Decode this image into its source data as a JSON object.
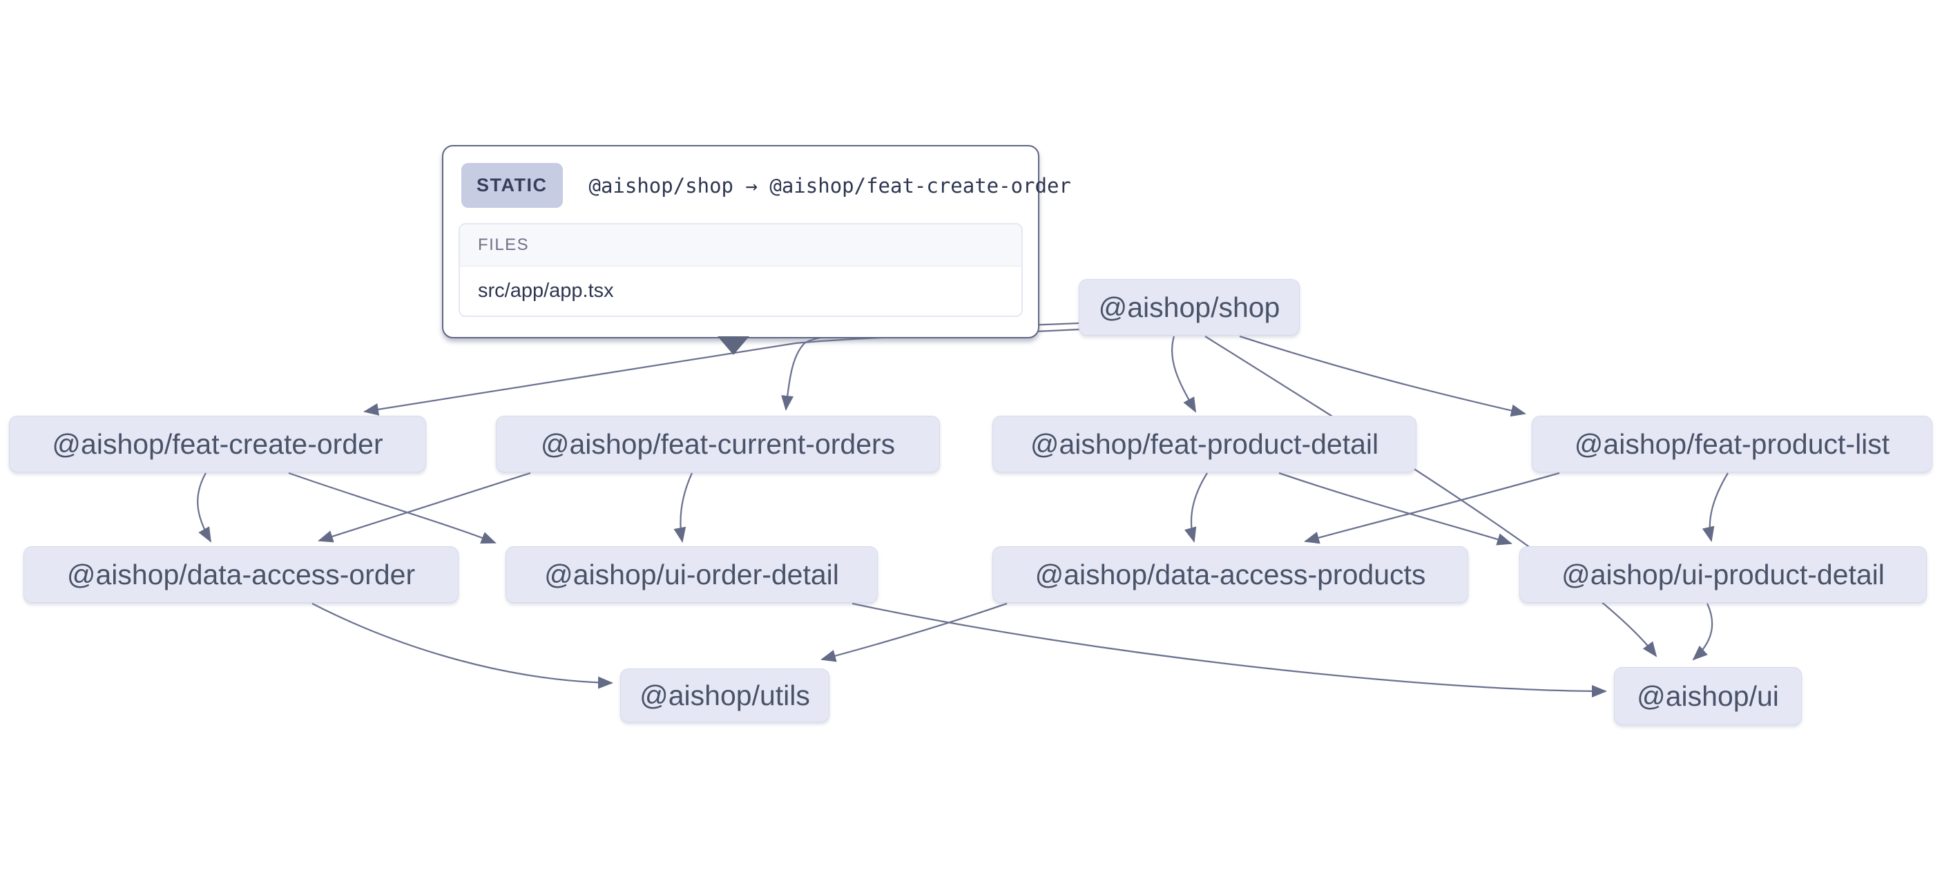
{
  "tooltip": {
    "badge": "STATIC",
    "relation": "@aishop/shop → @aishop/feat-create-order",
    "files_header": "FILES",
    "files": [
      "src/app/app.tsx"
    ]
  },
  "graph": {
    "nodes": [
      {
        "id": "shop",
        "label": "@aishop/shop"
      },
      {
        "id": "feat-create-order",
        "label": "@aishop/feat-create-order"
      },
      {
        "id": "feat-current-orders",
        "label": "@aishop/feat-current-orders"
      },
      {
        "id": "feat-product-detail",
        "label": "@aishop/feat-product-detail"
      },
      {
        "id": "feat-product-list",
        "label": "@aishop/feat-product-list"
      },
      {
        "id": "data-access-order",
        "label": "@aishop/data-access-order"
      },
      {
        "id": "ui-order-detail",
        "label": "@aishop/ui-order-detail"
      },
      {
        "id": "data-access-products",
        "label": "@aishop/data-access-products"
      },
      {
        "id": "ui-product-detail",
        "label": "@aishop/ui-product-detail"
      },
      {
        "id": "utils",
        "label": "@aishop/utils"
      },
      {
        "id": "ui",
        "label": "@aishop/ui"
      }
    ],
    "edges": [
      {
        "from": "shop",
        "to": "feat-create-order",
        "type": "static"
      },
      {
        "from": "shop",
        "to": "feat-current-orders"
      },
      {
        "from": "shop",
        "to": "feat-product-detail"
      },
      {
        "from": "shop",
        "to": "feat-product-list"
      },
      {
        "from": "shop",
        "to": "ui"
      },
      {
        "from": "feat-create-order",
        "to": "data-access-order"
      },
      {
        "from": "feat-create-order",
        "to": "ui-order-detail"
      },
      {
        "from": "feat-current-orders",
        "to": "data-access-order"
      },
      {
        "from": "feat-current-orders",
        "to": "ui-order-detail"
      },
      {
        "from": "feat-product-detail",
        "to": "data-access-products"
      },
      {
        "from": "feat-product-detail",
        "to": "ui-product-detail"
      },
      {
        "from": "feat-product-list",
        "to": "data-access-products"
      },
      {
        "from": "feat-product-list",
        "to": "ui-product-detail"
      },
      {
        "from": "data-access-order",
        "to": "utils"
      },
      {
        "from": "data-access-products",
        "to": "utils"
      },
      {
        "from": "ui-order-detail",
        "to": "ui"
      },
      {
        "from": "ui-product-detail",
        "to": "ui"
      }
    ]
  },
  "colors": {
    "node_bg": "#e5e8f4",
    "node_text": "#4a5269",
    "edge": "#667",
    "tooltip_border": "#5e6680",
    "badge_bg": "#c6cce1",
    "badge_text": "#363e5c"
  }
}
